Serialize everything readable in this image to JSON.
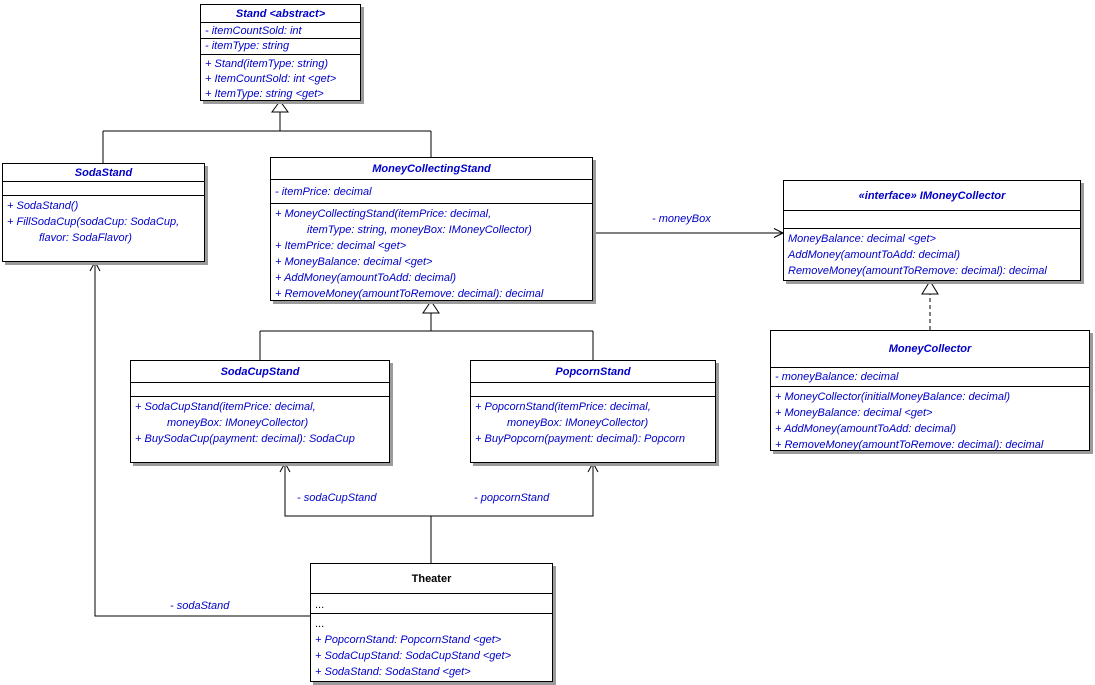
{
  "diagram": {
    "classes": {
      "stand": {
        "title": "Stand <abstract>",
        "fields": [
          "- itemCountSold: int",
          "- itemType: string"
        ],
        "methods": [
          "+ Stand(itemType: string)",
          "+ ItemCountSold: int <get>",
          "+ ItemType: string <get>"
        ]
      },
      "sodaStand": {
        "title": "SodaStand",
        "methods": [
          "+ SodaStand()",
          "+ FillSodaCup(sodaCup: SodaCup,",
          "flavor: SodaFlavor)"
        ]
      },
      "moneyCollectingStand": {
        "title": "MoneyCollectingStand",
        "fields": [
          "- itemPrice: decimal"
        ],
        "methods": [
          "+ MoneyCollectingStand(itemPrice: decimal,",
          "itemType: string, moneyBox: IMoneyCollector)",
          "+ ItemPrice: decimal <get>",
          "+ MoneyBalance: decimal <get>",
          "+ AddMoney(amountToAdd: decimal)",
          "+ RemoveMoney(amountToRemove: decimal): decimal"
        ]
      },
      "iMoneyCollector": {
        "title": "«interface» IMoneyCollector",
        "methods": [
          "MoneyBalance: decimal <get>",
          "AddMoney(amountToAdd: decimal)",
          "RemoveMoney(amountToRemove: decimal): decimal"
        ]
      },
      "moneyCollector": {
        "title": "MoneyCollector",
        "fields": [
          "- moneyBalance: decimal"
        ],
        "methods": [
          "+ MoneyCollector(initialMoneyBalance: decimal)",
          "+ MoneyBalance: decimal <get>",
          "+ AddMoney(amountToAdd: decimal)",
          "+ RemoveMoney(amountToRemove: decimal): decimal"
        ]
      },
      "sodaCupStand": {
        "title": "SodaCupStand",
        "methods": [
          "+ SodaCupStand(itemPrice: decimal,",
          "moneyBox: IMoneyCollector)",
          "+ BuySodaCup(payment: decimal): SodaCup"
        ]
      },
      "popcornStand": {
        "title": "PopcornStand",
        "methods": [
          "+ PopcornStand(itemPrice: decimal,",
          "moneyBox: IMoneyCollector)",
          "+ BuyPopcorn(payment: decimal): Popcorn"
        ]
      },
      "theater": {
        "title": "Theater",
        "fields": [
          "..."
        ],
        "methods": [
          "...",
          "+ PopcornStand: PopcornStand <get>",
          "+ SodaCupStand: SodaCupStand <get>",
          "+ SodaStand: SodaStand <get>"
        ]
      }
    },
    "association_labels": {
      "moneyBox": "- moneyBox",
      "sodaCupStand": "- sodaCupStand",
      "popcornStand": "- popcornStand",
      "sodaStand": "- sodaStand"
    },
    "colors": {
      "member_text": "#0000c8",
      "abstract_title": "#0000c8",
      "concrete_title": "#000000",
      "line": "#000000",
      "shadow": "#9b9b9b",
      "background": "#ffffff"
    }
  }
}
